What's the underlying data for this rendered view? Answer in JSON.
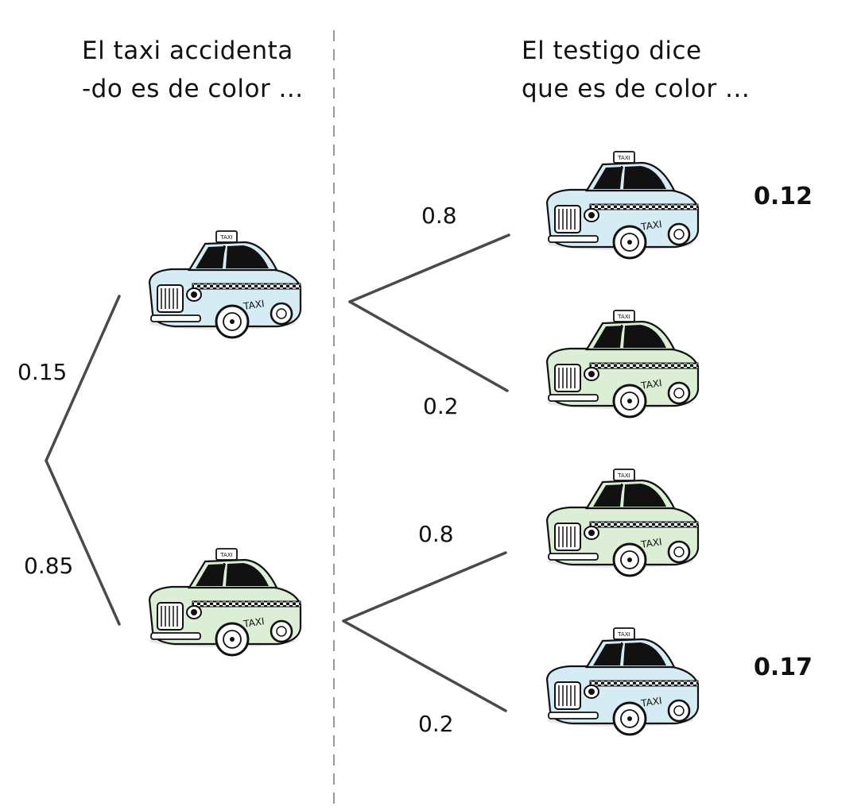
{
  "headings": {
    "left": [
      "El taxi accidenta",
      "-do es de color ..."
    ],
    "right": [
      "El  testigo  dice",
      "que es de color ..."
    ]
  },
  "probabilities": {
    "first_level": [
      "0.15",
      "0.85"
    ],
    "second_level_blue": [
      "0.8",
      "0.2"
    ],
    "second_level_green": [
      "0.8",
      "0.2"
    ]
  },
  "results": [
    "0.12",
    "0.17"
  ],
  "taxi_sign_text": "TAXI",
  "colors": {
    "blue_taxi": "#d6ecf5",
    "green_taxi": "#dcefd6",
    "branch_line": "#4a4a4a",
    "divider": "#999999"
  }
}
